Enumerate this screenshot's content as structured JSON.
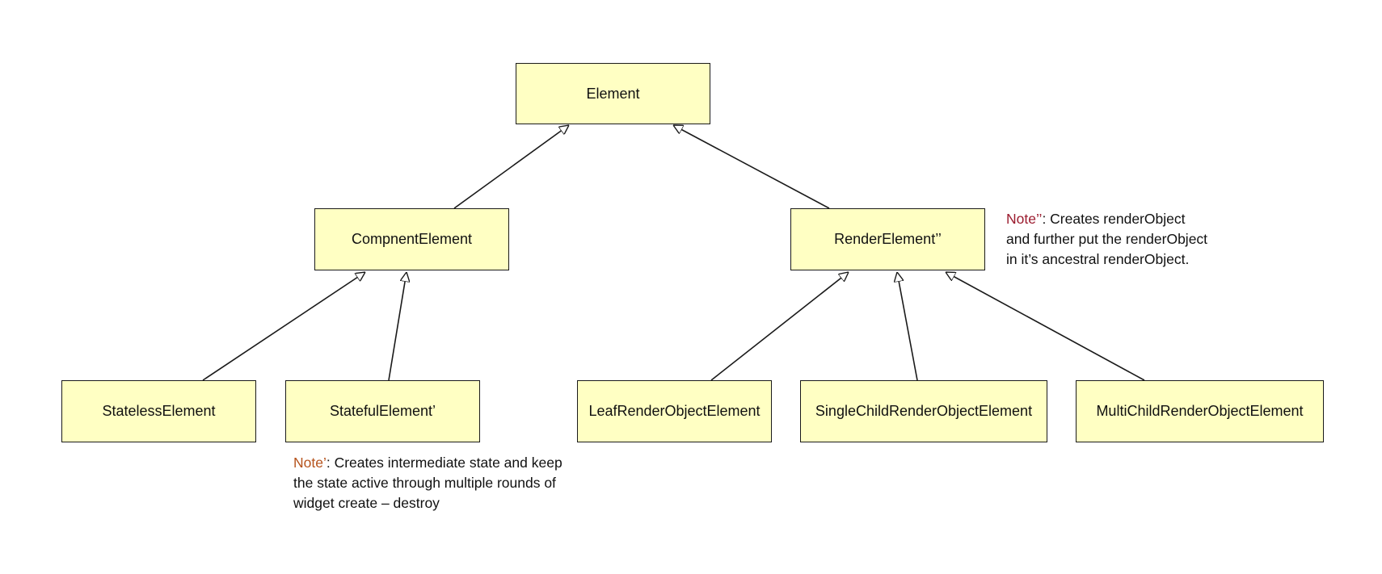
{
  "nodes": {
    "element": "Element",
    "component_element": "CompnentElement",
    "render_element": "RenderElement’’",
    "stateless_element": "StatelessElement",
    "stateful_element": "StatefulElement’",
    "leaf_render_object_element": "LeafRenderObjectElement",
    "single_child_render_object_element": "SingleChildRenderObjectElement",
    "multi_child_render_object_element": "MultiChildRenderObjectElement"
  },
  "notes": {
    "stateful": {
      "marker": "Note’",
      "line1": ": Creates intermediate state and keep",
      "line2": "the state active through multiple rounds of",
      "line3": "widget create – destroy",
      "marker_color": "#b5521b"
    },
    "render": {
      "marker": "Note’’",
      "line1": ": Creates renderObject",
      "line2": "and further put the renderObject",
      "line3": "in it’s ancestral renderObject.",
      "marker_color": "#9b1b2e"
    }
  },
  "colors": {
    "node_fill": "#ffffc3",
    "stroke": "#1a1a1a"
  }
}
